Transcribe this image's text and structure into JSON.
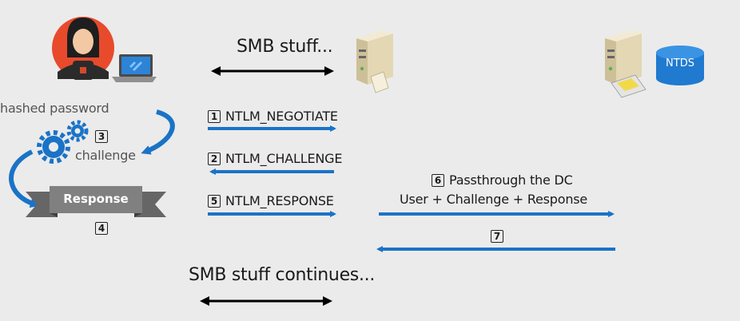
{
  "colors": {
    "arrow_blue": "#1a73c7",
    "arrow_black": "#000000",
    "server": "#d8c9a3",
    "ntds": "#1f7ad0",
    "banner": "#777777",
    "person_bg": "#e84a2c"
  },
  "top_exchange": "SMB stuff...",
  "bottom_exchange": "SMB stuff continues...",
  "client": {
    "hashed_password": "hashed password",
    "challenge": "challenge",
    "response_label": "Response",
    "step3": "3",
    "step4": "4",
    "icons": [
      "user-avatar-icon",
      "laptop-icon",
      "gears-icon",
      "ribbon-banner-icon"
    ]
  },
  "messages": [
    {
      "step": "1",
      "label": "NTLM_NEGOTIATE"
    },
    {
      "step": "2",
      "label": "NTLM_CHALLENGE"
    },
    {
      "step": "5",
      "label": "NTLM_RESPONSE"
    }
  ],
  "dc_exchange": {
    "step6": "6",
    "line1": "Passthrough the DC",
    "line2": "User + Challenge + Response",
    "step7": "7"
  },
  "dc": {
    "ntds_label": "NTDS",
    "icons": [
      "server-icon",
      "domain-controller-icon",
      "database-icon"
    ]
  }
}
